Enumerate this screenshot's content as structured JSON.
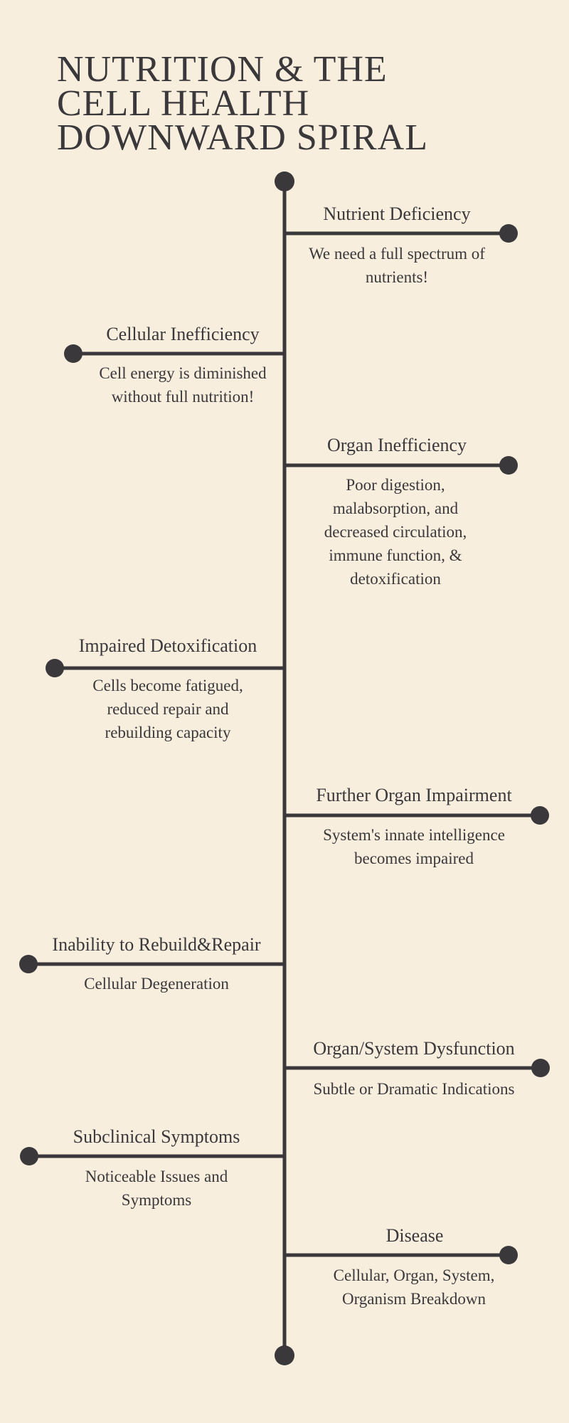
{
  "title_lines": [
    "NUTRITION & THE",
    "CELL HEALTH",
    "DOWNWARD SPIRAL"
  ],
  "colors": {
    "background": "#f7eedd",
    "ink": "#3a383b"
  },
  "steps": [
    {
      "side": "right",
      "heading": "Nutrient Deficiency",
      "description": "We need a full spectrum of nutrients!"
    },
    {
      "side": "left",
      "heading": "Cellular Inefficiency",
      "description": "Cell energy is diminished without full nutrition!"
    },
    {
      "side": "right",
      "heading": "Organ Inefficiency",
      "description": "Poor digestion, malabsorption, and decreased circulation, immune function, & detoxification"
    },
    {
      "side": "left",
      "heading": "Impaired Detoxification",
      "description": "Cells become fatigued, reduced repair and rebuilding capacity"
    },
    {
      "side": "right",
      "heading": "Further Organ Impairment",
      "description": "System's innate intelligence becomes impaired"
    },
    {
      "side": "left",
      "heading": "Inability to Rebuild&Repair",
      "description": "Cellular Degeneration"
    },
    {
      "side": "right",
      "heading": "Organ/System Dysfunction",
      "description": "Subtle or Dramatic Indications"
    },
    {
      "side": "left",
      "heading": "Subclinical Symptoms",
      "description": "Noticeable Issues and Symptoms"
    },
    {
      "side": "right",
      "heading": "Disease",
      "description": "Cellular, Organ, System, Organism Breakdown"
    }
  ]
}
